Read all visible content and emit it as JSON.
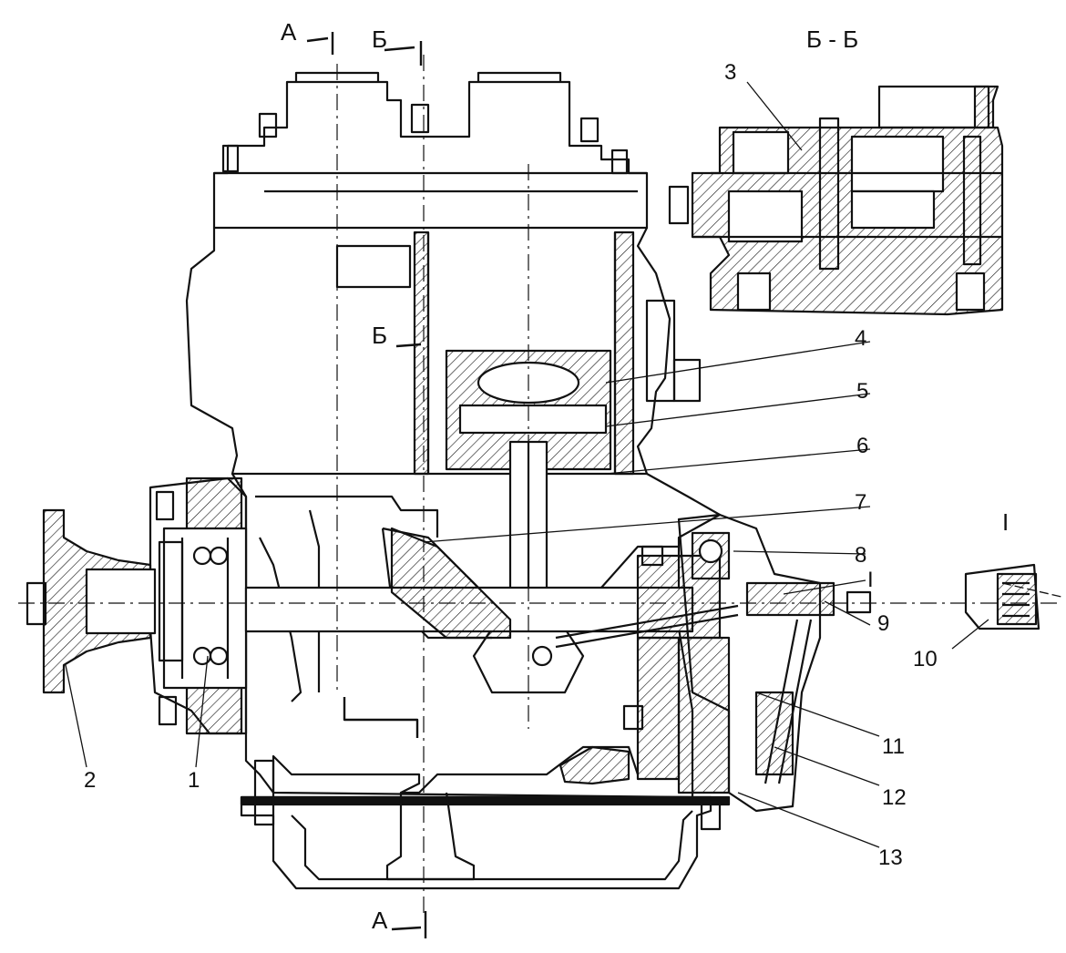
{
  "section_markers": {
    "a_top": "А",
    "b_top": "Б",
    "b_mid": "Б",
    "a_bottom": "А"
  },
  "section_view_title": "Б - Б",
  "detail_marker": "I",
  "detail_view_title": "I",
  "callouts": [
    "1",
    "2",
    "3",
    "4",
    "5",
    "6",
    "7",
    "8",
    "9",
    "10",
    "11",
    "12",
    "13"
  ],
  "colors": {
    "ink": "#111111",
    "background": "#ffffff"
  }
}
